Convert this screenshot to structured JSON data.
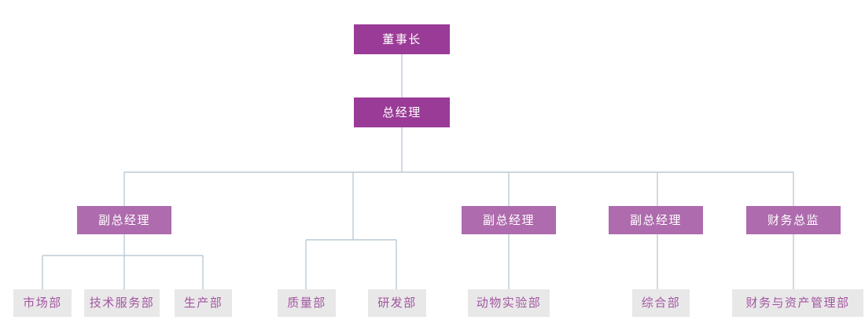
{
  "diagram": {
    "type": "org-chart",
    "background_color": "#ffffff",
    "colors": {
      "executive_box": "#9a3b97",
      "manager_box": "#ae6bad",
      "department_box": "#e9e8e9",
      "executive_text": "#ffffff",
      "manager_text": "#ffffff",
      "department_text": "#a156a0",
      "connector_line": "#bccbd4"
    },
    "nodes": {
      "chairman": {
        "label": "董事长",
        "level": "executive"
      },
      "general_manager": {
        "label": "总经理",
        "level": "executive"
      },
      "deputy_gm_1": {
        "label": "副总经理",
        "level": "manager"
      },
      "deputy_gm_2": {
        "label": "副总经理",
        "level": "manager"
      },
      "deputy_gm_3": {
        "label": "副总经理",
        "level": "manager"
      },
      "finance_director": {
        "label": "财务总监",
        "level": "manager"
      },
      "dept_marketing": {
        "label": "市场部",
        "level": "department"
      },
      "dept_tech_service": {
        "label": "技术服务部",
        "level": "department"
      },
      "dept_production": {
        "label": "生产部",
        "level": "department"
      },
      "dept_quality": {
        "label": "质量部",
        "level": "department"
      },
      "dept_rnd": {
        "label": "研发部",
        "level": "department"
      },
      "dept_animal_lab": {
        "label": "动物实验部",
        "level": "department"
      },
      "dept_general": {
        "label": "综合部",
        "level": "department"
      },
      "dept_finance_assets": {
        "label": "财务与资产管理部",
        "level": "department"
      }
    },
    "edges": [
      {
        "from": "chairman",
        "to": "general_manager"
      },
      {
        "from": "general_manager",
        "to": "deputy_gm_1"
      },
      {
        "from": "general_manager",
        "to": "dept_quality"
      },
      {
        "from": "general_manager",
        "to": "dept_rnd"
      },
      {
        "from": "general_manager",
        "to": "deputy_gm_2"
      },
      {
        "from": "general_manager",
        "to": "deputy_gm_3"
      },
      {
        "from": "general_manager",
        "to": "finance_director"
      },
      {
        "from": "deputy_gm_1",
        "to": "dept_marketing"
      },
      {
        "from": "deputy_gm_1",
        "to": "dept_tech_service"
      },
      {
        "from": "deputy_gm_1",
        "to": "dept_production"
      },
      {
        "from": "deputy_gm_2",
        "to": "dept_animal_lab"
      },
      {
        "from": "deputy_gm_3",
        "to": "dept_general"
      },
      {
        "from": "finance_director",
        "to": "dept_finance_assets"
      }
    ]
  }
}
